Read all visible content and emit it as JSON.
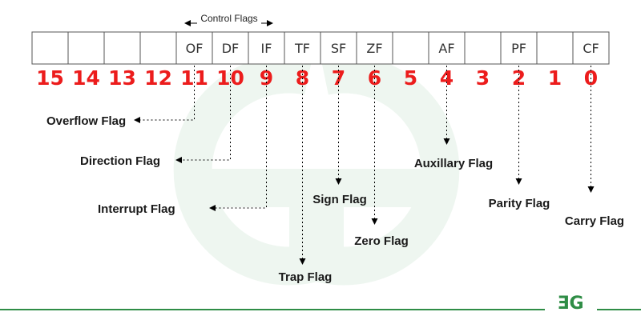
{
  "diagram": {
    "group_label": "Control Flags",
    "registers": [
      {
        "bit": "15",
        "flag": ""
      },
      {
        "bit": "14",
        "flag": ""
      },
      {
        "bit": "13",
        "flag": ""
      },
      {
        "bit": "12",
        "flag": ""
      },
      {
        "bit": "11",
        "flag": "OF"
      },
      {
        "bit": "10",
        "flag": "DF"
      },
      {
        "bit": "9",
        "flag": "IF"
      },
      {
        "bit": "8",
        "flag": "TF"
      },
      {
        "bit": "7",
        "flag": "SF"
      },
      {
        "bit": "6",
        "flag": "ZF"
      },
      {
        "bit": "5",
        "flag": ""
      },
      {
        "bit": "4",
        "flag": "AF"
      },
      {
        "bit": "3",
        "flag": ""
      },
      {
        "bit": "2",
        "flag": "PF"
      },
      {
        "bit": "1",
        "flag": ""
      },
      {
        "bit": "0",
        "flag": "CF"
      }
    ],
    "annotations": [
      {
        "flag": "OF",
        "label": "Overflow Flag"
      },
      {
        "flag": "DF",
        "label": "Direction Flag"
      },
      {
        "flag": "IF",
        "label": "Interrupt Flag"
      },
      {
        "flag": "TF",
        "label": "Trap Flag"
      },
      {
        "flag": "SF",
        "label": "Sign Flag"
      },
      {
        "flag": "ZF",
        "label": "Zero Flag"
      },
      {
        "flag": "AF",
        "label": "Auxillary Flag"
      },
      {
        "flag": "PF",
        "label": "Parity Flag"
      },
      {
        "flag": "CF",
        "label": "Carry Flag"
      }
    ]
  },
  "footer": {
    "logo_text": "ƎG"
  },
  "colors": {
    "bit_number": "#ec1c1c",
    "brand_green": "#2f8d46",
    "watermark": "#e8f3eb"
  }
}
